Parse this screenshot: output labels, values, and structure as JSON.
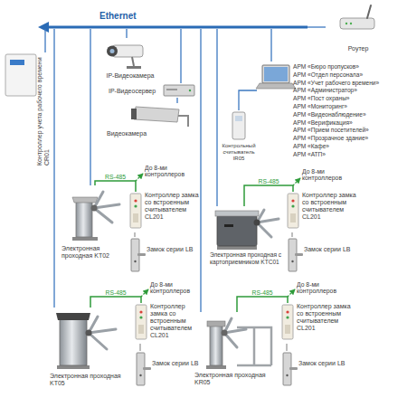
{
  "diagram": {
    "nodes": [
      {
        "text": [
          "Ethernet"
        ]
      },
      {
        "text": [
          "Роутер"
        ]
      },
      {
        "text": [
          "IP-Видеокамера"
        ]
      },
      {
        "text": [
          "IP-Видеосервер"
        ]
      },
      {
        "text": [
          "Видеокамера"
        ]
      },
      {
        "text": [
          "Контроллер учета рабочего времени CR01"
        ]
      },
      {
        "text": [
          "АРМ «Бюро пропусков»",
          "АРМ «Отдел персонала»",
          "АРМ «Учет рабочего времени»",
          "АРМ «Администратор»",
          "АРМ «Пост охраны»",
          "АРМ «Мониторинг»",
          "АРМ «Видеонаблюдение»",
          "АРМ «Верификация»",
          "АРМ «Прием посетителей»",
          "АРМ «Прозрачное здание»",
          "АРМ «Кафе»",
          "АРМ «АТП»"
        ]
      },
      {
        "text": [
          "Контрольный считыватель IR05"
        ]
      },
      {
        "text": [
          "Электронная проходная KT02"
        ]
      },
      {
        "text": [
          "Контроллер замка со встроенным считывателем CL201"
        ]
      },
      {
        "text": [
          "Замок серии LB"
        ]
      },
      {
        "text": [
          "Электронная проходная с картоприемником KTC01"
        ]
      },
      {
        "text": [
          "Контроллер замка со встроенным считывателем CL201"
        ]
      },
      {
        "text": [
          "Замок серии LB"
        ]
      },
      {
        "text": [
          "Электронная проходная KT05"
        ]
      },
      {
        "text": [
          "Контроллер замка со встроенным считывателем CL201"
        ]
      },
      {
        "text": [
          "Замок серии LB"
        ]
      },
      {
        "text": [
          "Электронная проходная KR05"
        ]
      },
      {
        "text": [
          "Контроллер замка со встроенным считывателем CL201"
        ]
      },
      {
        "text": [
          "Замок серии LB"
        ]
      }
    ],
    "edges": [
      {
        "from": 0,
        "to": 1,
        "arrow": "none"
      },
      {
        "from": 0,
        "to": 2,
        "arrow": "none"
      },
      {
        "from": 0,
        "to": 3,
        "arrow": "none"
      },
      {
        "from": 3,
        "to": 4,
        "arrow": "none"
      },
      {
        "from": 0,
        "to": 5,
        "arrow": "none"
      },
      {
        "from": 0,
        "to": 6,
        "arrow": "none"
      },
      {
        "from": 7,
        "to": 6,
        "arrow": "none"
      },
      {
        "from": 0,
        "to": 8,
        "arrow": "none"
      },
      {
        "from": 8,
        "to": 9,
        "label": "RS-485",
        "arrow": "none"
      },
      {
        "from": 9,
        "to": 10,
        "arrow": "none"
      },
      {
        "from": 0,
        "to": 11,
        "arrow": "none"
      },
      {
        "from": 11,
        "to": 12,
        "label": "RS-485",
        "arrow": "none"
      },
      {
        "from": 12,
        "to": 13,
        "arrow": "none"
      },
      {
        "from": 0,
        "to": 14,
        "arrow": "none"
      },
      {
        "from": 14,
        "to": 15,
        "label": "RS-485",
        "arrow": "none"
      },
      {
        "from": 15,
        "to": 16,
        "arrow": "none"
      },
      {
        "from": 0,
        "to": 17,
        "arrow": "none"
      },
      {
        "from": 17,
        "to": 18,
        "label": "RS-485",
        "arrow": "none"
      },
      {
        "from": 18,
        "to": 19,
        "arrow": "none"
      }
    ],
    "labels": [
      "До 8-ми контроллеров",
      "До 8-ми контроллеров",
      "До 8-ми контроллеров",
      "До 8-ми контроллеров"
    ]
  }
}
